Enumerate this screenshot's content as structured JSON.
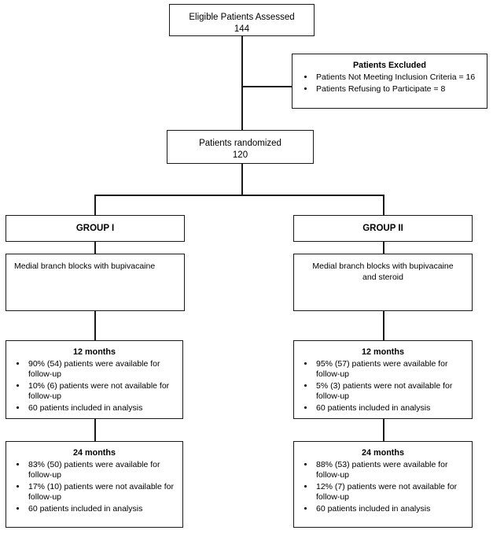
{
  "diagram": {
    "type": "consort-flow-diagram",
    "assessed": {
      "line1": "Eligible Patients Assessed",
      "line2": "144"
    },
    "excluded": {
      "title": "Patients Excluded",
      "items": [
        "Patients Not Meeting Inclusion Criteria = 16",
        "Patients Refusing to Participate = 8"
      ]
    },
    "randomized": {
      "line1": "Patients randomized",
      "line2": "120"
    },
    "arms": [
      {
        "header": "GROUP I",
        "intervention": "Medial branch blocks with bupivacaine",
        "followups": [
          {
            "title": "12 months",
            "items": [
              "90% (54) patients were available for follow-up",
              "10% (6) patients were not available for follow-up",
              "60 patients included in analysis"
            ]
          },
          {
            "title": "24 months",
            "items": [
              "83% (50) patients were available for follow-up",
              "17% (10) patients were not available for follow-up",
              "60 patients included in analysis"
            ]
          }
        ]
      },
      {
        "header": "GROUP II",
        "intervention": "Medial branch blocks with bupivacaine and steroid",
        "followups": [
          {
            "title": "12 months",
            "items": [
              "95% (57) patients were available for follow-up",
              "5% (3) patients were not available for follow-up",
              "60 patients included in analysis"
            ]
          },
          {
            "title": "24 months",
            "items": [
              "88% (53) patients were available for follow-up",
              "12% (7) patients were not available for follow-up",
              "60 patients included in analysis"
            ]
          }
        ]
      }
    ],
    "colors": {
      "stroke": "#1a1a1a",
      "background": "#ffffff",
      "text": "#000000"
    }
  }
}
